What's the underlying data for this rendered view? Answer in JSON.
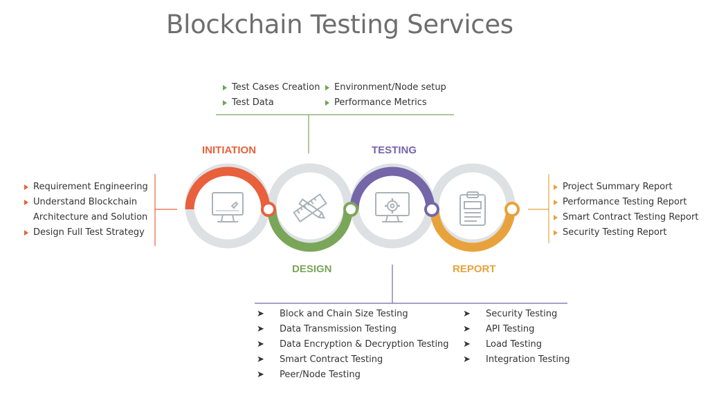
{
  "title": "Blockchain Testing Services",
  "phases": {
    "initiation": "INITIATION",
    "design": "DESIGN",
    "testing": "TESTING",
    "report": "REPORT"
  },
  "top_list": {
    "col1": [
      "Test Cases Creation",
      "Test Data"
    ],
    "col2": [
      "Environment/Node setup",
      "Performance Metrics"
    ]
  },
  "left_list": [
    "Requirement Engineering",
    "Understand Blockchain",
    "Architecture and Solution",
    "Design Full Test Strategy"
  ],
  "right_list": [
    "Project Summary Report",
    "Performance Testing Report",
    "Smart Contract Testing Report",
    "Security Testing Report"
  ],
  "bottom_list": {
    "col1": [
      "Block and Chain Size Testing",
      "Data Transmission Testing",
      "Data Encryption & Decryption Testing",
      "Smart Contract Testing",
      "Peer/Node Testing"
    ],
    "col2": [
      "Security Testing",
      "API Testing",
      "Load Testing",
      "Integration Testing"
    ]
  },
  "colors": {
    "initiation": "#e8603c",
    "design": "#7aa659",
    "testing": "#7466a8",
    "report": "#e8a23c",
    "ring_gray": "#dde1e4",
    "icon_gray": "#a9b2b8"
  },
  "icons": [
    "monitor-pen-icon",
    "ruler-pencil-icon",
    "monitor-gear-icon",
    "clipboard-report-icon"
  ]
}
